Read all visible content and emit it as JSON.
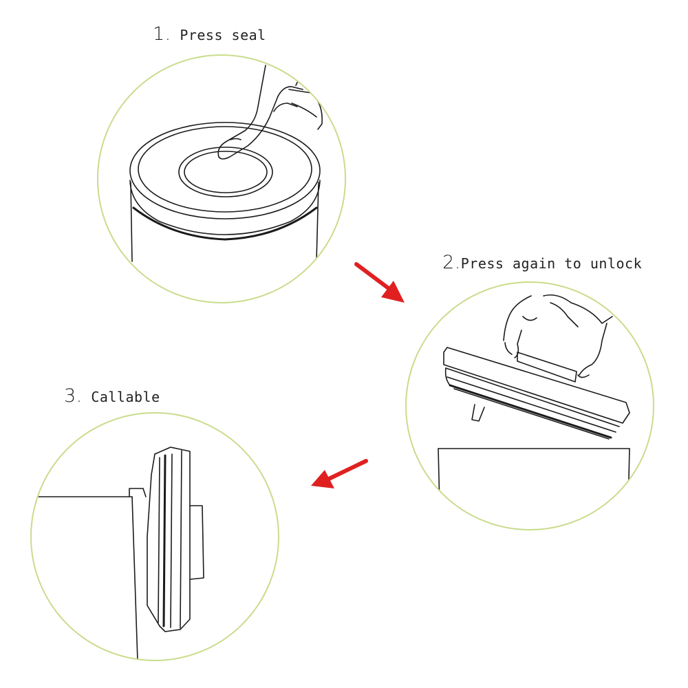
{
  "steps": [
    {
      "number": "1.",
      "text": "Press seal"
    },
    {
      "number": "2.",
      "text": "Press again to unlock"
    },
    {
      "number": "3.",
      "text": "Callable"
    }
  ],
  "colors": {
    "circle_border": "#c9dc8c",
    "arrow": "#e02020",
    "line_art": "#1a1a1a"
  },
  "icons": [
    "finger-pressing-lid-illustration",
    "hands-lifting-lid-illustration",
    "lid-hanging-on-rim-illustration",
    "arrow-down-right-icon",
    "arrow-down-left-icon"
  ]
}
